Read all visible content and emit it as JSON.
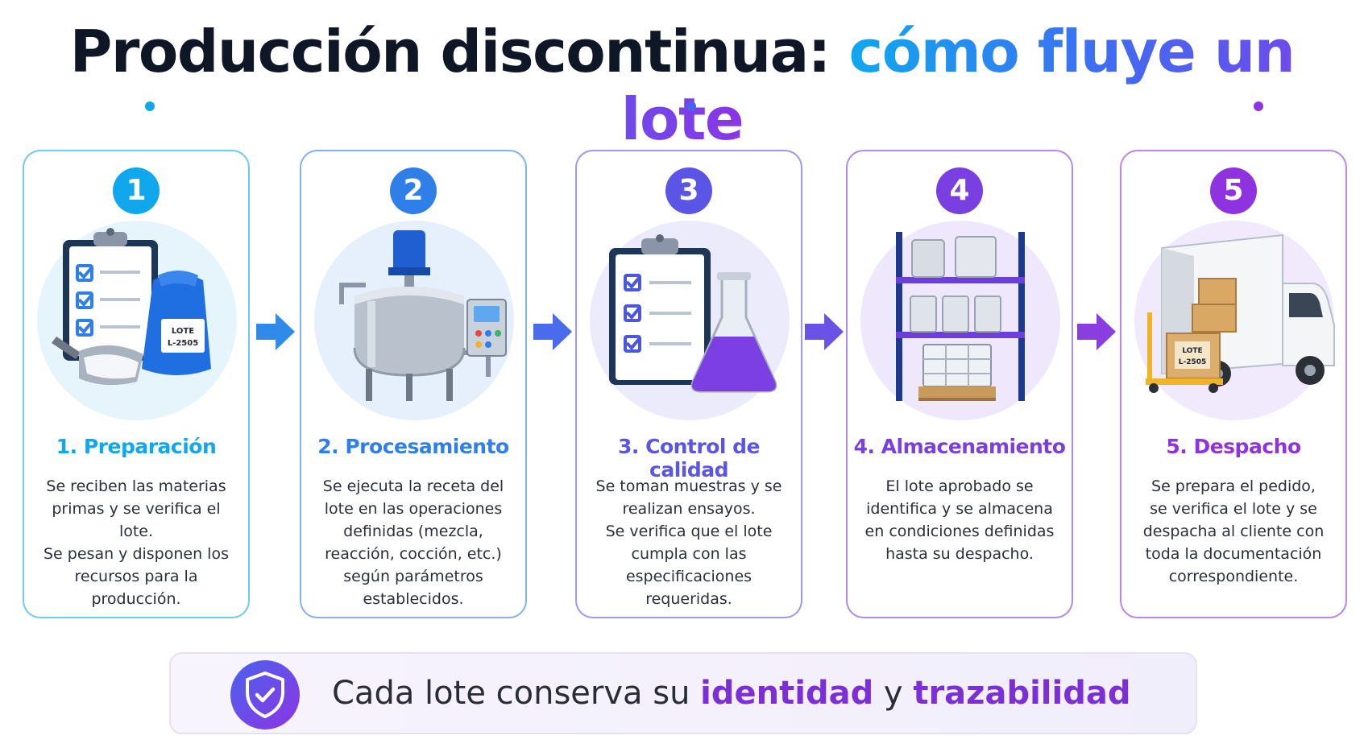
{
  "title": {
    "part1": "Producción discontinua: ",
    "part2": "cómo fluye un lote"
  },
  "steps": [
    {
      "number": "1",
      "title": "1. Preparación",
      "description": "Se reciben las materias\nprimas y se verifica el lote.\nSe pesan y disponen los\nrecursos para la\nproducción.",
      "color": "#10a7ec",
      "label_line1": "LOTE",
      "label_line2": "L-2505"
    },
    {
      "number": "2",
      "title": "2. Procesamiento",
      "description": "Se ejecuta la receta del\nlote en las operaciones\ndefinidas (mezcla,\nreacción, cocción, etc.)\nsegún parámetros\nestablecidos.",
      "color": "#2f7fe8"
    },
    {
      "number": "3",
      "title": "3. Control de calidad",
      "description": "Se toman muestras y se\nrealizan ensayos.\nSe verifica que el lote\ncumpla con las\nespecificaciones\nrequeridas.",
      "color": "#5b55e6"
    },
    {
      "number": "4",
      "title": "4. Almacenamiento",
      "description": "El lote aprobado se\nidentifica y se almacena\nen condiciones definidas\nhasta su despacho.",
      "color": "#7a3fe0"
    },
    {
      "number": "5",
      "title": "5. Despacho",
      "description": "Se prepara el pedido,\nse verifica el lote y se\ndespacha al cliente con\ntoda la documentación\ncorrespondiente.",
      "color": "#8f32df",
      "label_line1": "LOTE",
      "label_line2": "L-2505"
    }
  ],
  "banner": {
    "prefix": "Cada lote conserva su ",
    "emph1": "identidad",
    "middle": " y ",
    "emph2": "trazabilidad"
  },
  "colors": {
    "cyan": "#10a7ec",
    "blue": "#2f7fe8",
    "indigo": "#5b55e6",
    "violet": "#7a3fe0",
    "purple": "#8f32df",
    "dark": "#0f1726"
  }
}
